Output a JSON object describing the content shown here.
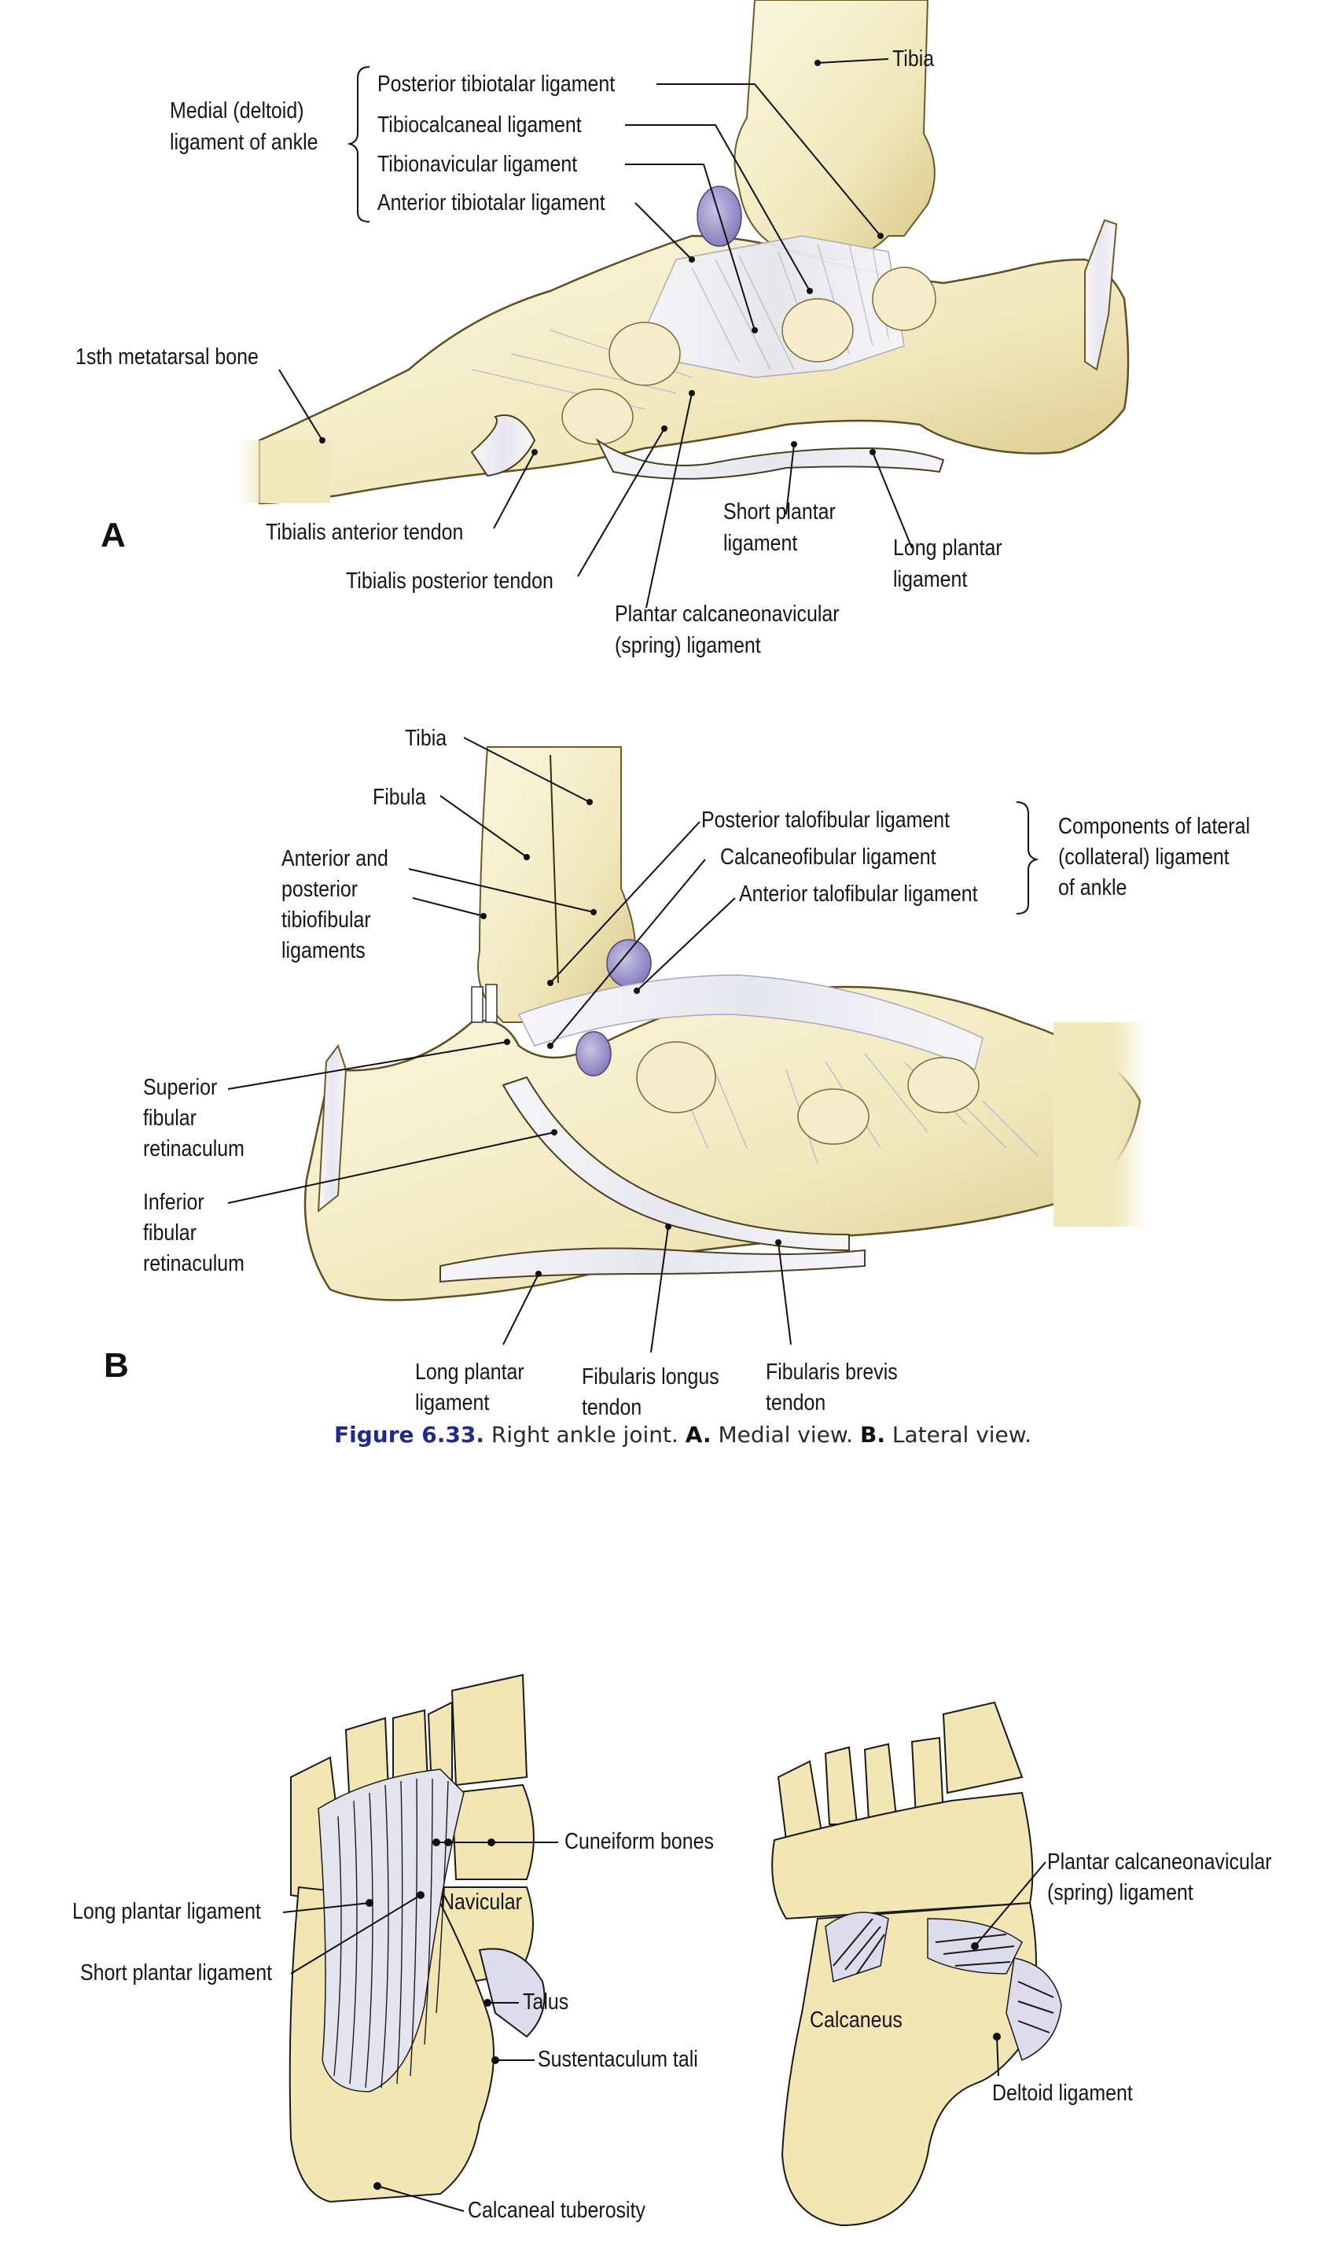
{
  "figure_a": {
    "panel_letter": "A",
    "tibia": "Tibia",
    "deltoid_group_label": [
      "Medial (deltoid)",
      "ligament of ankle"
    ],
    "deltoid_components": [
      "Posterior tibiotalar ligament",
      "Tibiocalcaneal ligament",
      "Tibionavicular ligament",
      "Anterior tibiotalar ligament"
    ],
    "metatarsal": "1sth metatarsal bone",
    "tibialis_anterior": "Tibialis anterior tendon",
    "tibialis_posterior": "Tibialis posterior tendon",
    "short_plantar": [
      "Short plantar",
      "ligament"
    ],
    "long_plantar": [
      "Long plantar",
      "ligament"
    ],
    "spring_ligament": [
      "Plantar calcaneonavicular",
      "(spring) ligament"
    ]
  },
  "figure_b": {
    "panel_letter": "B",
    "tibia": "Tibia",
    "fibula": "Fibula",
    "tibiofibular": [
      "Anterior and",
      "posterior",
      "tibiofibular",
      "ligaments"
    ],
    "lateral_components": [
      "Posterior talofibular ligament",
      "Calcaneofibular ligament",
      "Anterior talofibular ligament"
    ],
    "lateral_group_label": [
      "Components of lateral",
      "(collateral) ligament",
      "of ankle"
    ],
    "superior_retinaculum": [
      "Superior",
      "fibular",
      "retinaculum"
    ],
    "inferior_retinaculum": [
      "Inferior",
      "fibular",
      "retinaculum"
    ],
    "long_plantar": [
      "Long plantar",
      "ligament"
    ],
    "fibularis_longus": [
      "Fibularis longus",
      "tendon"
    ],
    "fibularis_brevis": [
      "Fibularis brevis",
      "tendon"
    ]
  },
  "caption": {
    "figure_number": "Figure 6.33.",
    "title": "Right ankle joint.",
    "a_letter": "A.",
    "a_text": "Medial view.",
    "b_letter": "B.",
    "b_text": "Lateral view."
  },
  "plantar_left": {
    "cuneiform": "Cuneiform bones",
    "long_plantar": "Long plantar ligament",
    "navicular": "Navicular",
    "short_plantar": "Short plantar ligament",
    "talus": "Talus",
    "sustentaculum": "Sustentaculum tali",
    "calcaneal_tuberosity": "Calcaneal tuberosity"
  },
  "plantar_right": {
    "spring_ligament": [
      "Plantar calcaneonavicular",
      "(spring) ligament"
    ],
    "calcaneus": "Calcaneus",
    "deltoid": "Deltoid ligament"
  },
  "colors": {
    "bone": "#f3ecc4",
    "bone_shadow": "#d9c98a",
    "ligament": "#ececf2",
    "cartilage": "#9c97c9",
    "plantar_bone": "#f2e6b4",
    "caption_accent": "#1e2a8c"
  }
}
